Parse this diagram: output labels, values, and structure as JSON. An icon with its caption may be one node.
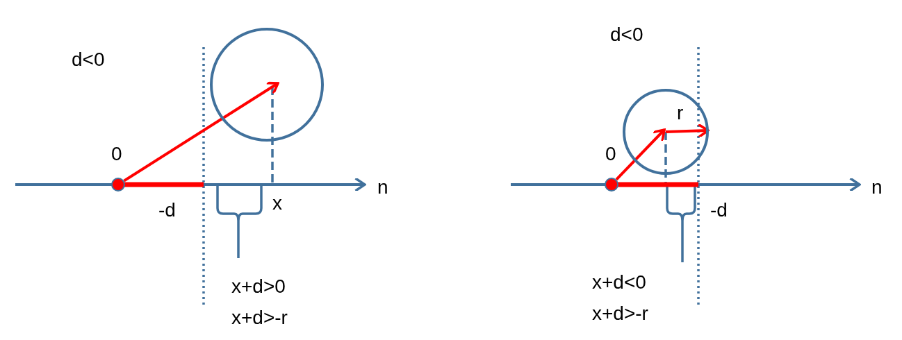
{
  "diagram": {
    "nodes": [
      {
        "text": [],
        "shape": "circle"
      },
      {
        "text": [],
        "shape": "circle"
      },
      {
        "text": [],
        "shape": "circle"
      },
      {
        "text": [],
        "shape": "circle"
      }
    ],
    "edges": [
      {
        "from": 0,
        "to": 1,
        "arrow": "to"
      },
      {
        "from": 2,
        "to": 3,
        "arrow": "to"
      }
    ],
    "labels": [
      "d<0",
      "0",
      "-d",
      "x",
      "n",
      "x+d>0",
      "x+d>-r",
      "d<0",
      "r",
      "0",
      "n",
      "-d",
      "x+d<0",
      "x+d>-r"
    ]
  }
}
